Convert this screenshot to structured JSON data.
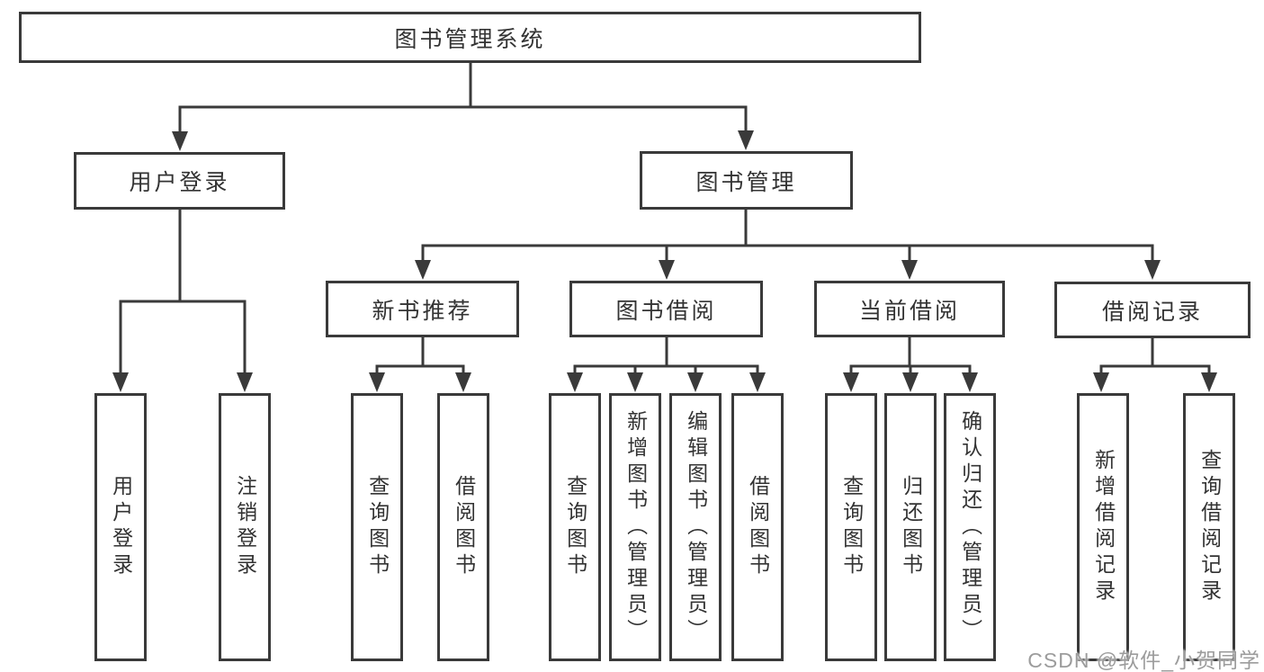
{
  "diagram": {
    "title": "图书管理系统",
    "branches": [
      {
        "label": "用户登录",
        "children": [
          {
            "label": "用户登录"
          },
          {
            "label": "注销登录"
          }
        ]
      },
      {
        "label": "图书管理",
        "children": [
          {
            "label": "新书推荐",
            "children": [
              {
                "label": "查询图书"
              },
              {
                "label": "借阅图书"
              }
            ]
          },
          {
            "label": "图书借阅",
            "children": [
              {
                "label": "查询图书"
              },
              {
                "label": "新增图书（管理员）"
              },
              {
                "label": "编辑图书（管理员）"
              },
              {
                "label": "借阅图书"
              }
            ]
          },
          {
            "label": "当前借阅",
            "children": [
              {
                "label": "查询图书"
              },
              {
                "label": "归还图书"
              },
              {
                "label": "确认归还（管理员）"
              }
            ]
          },
          {
            "label": "借阅记录",
            "children": [
              {
                "label": "新增借阅记录"
              },
              {
                "label": "查询借阅记录"
              }
            ]
          }
        ]
      }
    ]
  },
  "watermark": {
    "text": "CSDN @软件_小贺同学"
  },
  "colors": {
    "line": "#3a3a3a",
    "text": "#333333",
    "watermark": "#9c9c9c",
    "background": "#ffffff"
  }
}
